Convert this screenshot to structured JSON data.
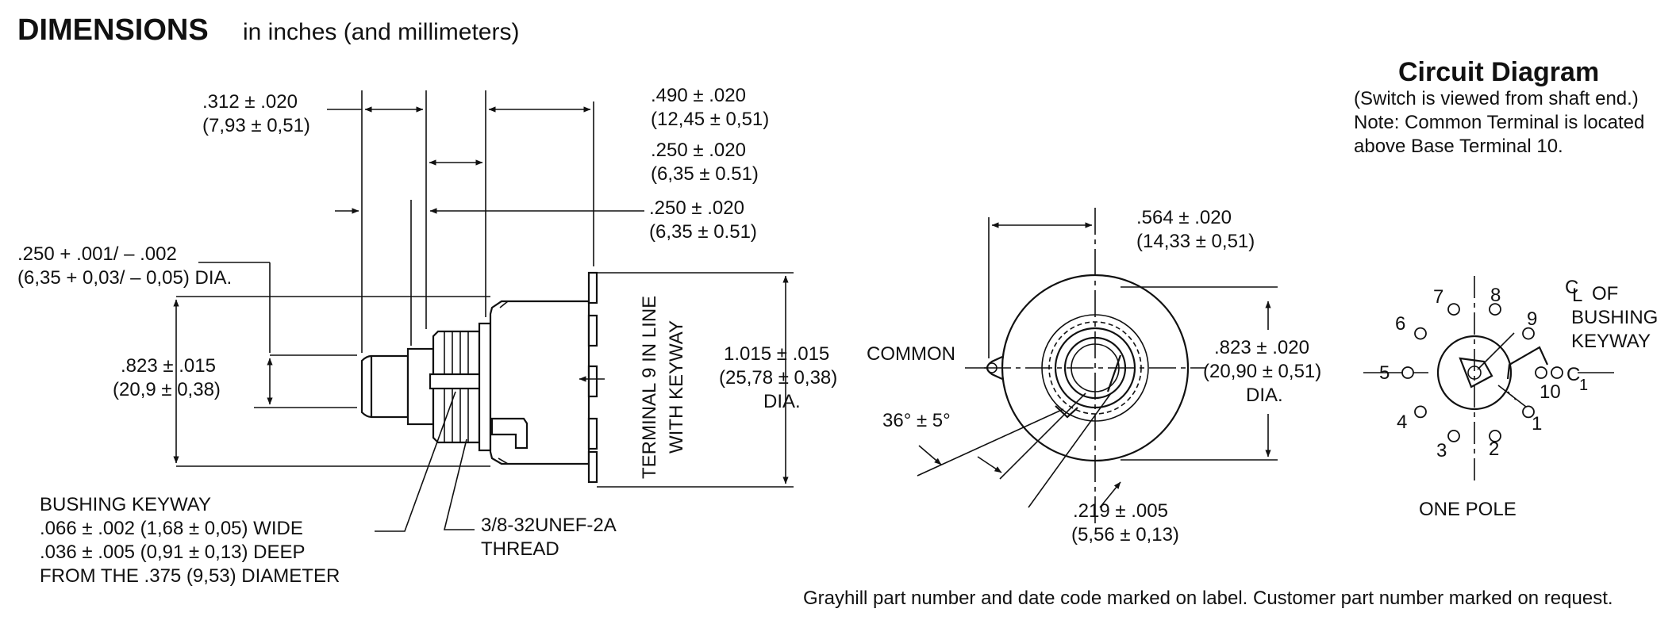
{
  "header": {
    "title": "DIMENSIONS",
    "subtitle": "in inches (and millimeters)"
  },
  "side_view": {
    "dim_312": [
      ".312 ± .020",
      "(7,93 ± 0,51)"
    ],
    "dim_490": [
      ".490 ± .020",
      "(12,45 ± 0,51)"
    ],
    "dim_250_a": [
      ".250 ± .020",
      "(6,35 ± 0.51)"
    ],
    "dim_250_b": [
      ".250 ± .020",
      "(6,35 ± 0.51)"
    ],
    "dim_shaft_dia": [
      ".250 + .001/ – .002",
      "(6,35 + 0,03/ – 0,05) DIA."
    ],
    "dim_823": [
      ".823 ± .015",
      "(20,9 ± 0,38)"
    ],
    "dim_1015": [
      "1.015 ± .015",
      "(25,78 ± 0,38)",
      "DIA."
    ],
    "terminal_note": [
      "TERMINAL 9 IN LINE",
      "WITH KEYWAY"
    ],
    "keyway_note": [
      "BUSHING KEYWAY",
      ".066 ± .002 (1,68 ± 0,05) WIDE",
      ".036 ± .005 (0,91 ± 0,13) DEEP",
      "FROM THE .375 (9,53) DIAMETER"
    ],
    "thread_note": [
      "3/8-32UNEF-2A",
      "THREAD"
    ]
  },
  "front_view": {
    "dim_564": [
      ".564 ± .020",
      "(14,33 ± 0,51)"
    ],
    "common_label": "COMMON",
    "angle_label": "36° ± 5°",
    "dim_823": [
      ".823 ± .020",
      "(20,90 ± 0,51)",
      "DIA."
    ],
    "dim_219": [
      ".219 ± .005",
      "(5,56 ± 0,13)"
    ]
  },
  "circuit": {
    "title": "Circuit Diagram",
    "notes": [
      "(Switch is viewed from shaft end.)",
      "Note: Common Terminal is located",
      "above Base Terminal 10."
    ],
    "terminals": [
      "1",
      "2",
      "3",
      "4",
      "5",
      "6",
      "7",
      "8",
      "9",
      "10"
    ],
    "cl_note": [
      "L",
      "OF",
      "BUSHING",
      "KEYWAY"
    ],
    "cl_letter": "C",
    "common_terminal": "C",
    "common_sub": "1",
    "pole_label": "ONE POLE"
  },
  "footer": {
    "note": "Grayhill part number and date code marked on label. Customer part number marked on request."
  }
}
